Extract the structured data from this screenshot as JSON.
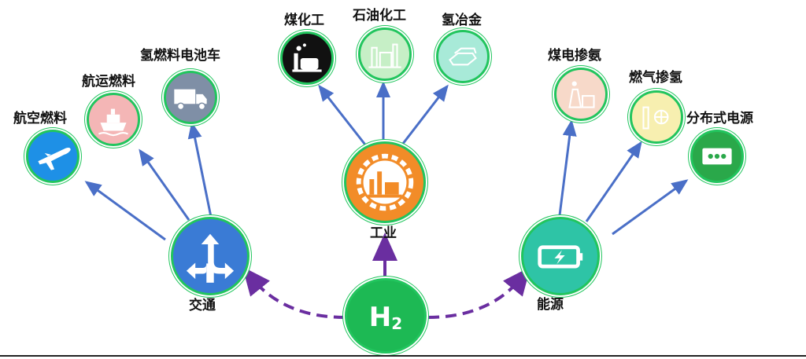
{
  "center": {
    "formula": "H",
    "subscript": "2",
    "color": "#1db954"
  },
  "hubs": {
    "transport": {
      "label": "交通",
      "color": "#3a7bd5"
    },
    "industry": {
      "label": "工业",
      "color": "#f28c28"
    },
    "energy": {
      "label": "能源",
      "color": "#2ec4a6"
    }
  },
  "transport_apps": [
    {
      "label": "航空燃料",
      "icon": "airplane-icon",
      "color": "#1e90e6"
    },
    {
      "label": "航运燃料",
      "icon": "ship-icon",
      "color": "#f4b6b6"
    },
    {
      "label": "氢燃料电池车",
      "icon": "truck-icon",
      "color": "#7f8fa6"
    }
  ],
  "industry_apps": [
    {
      "label": "煤化工",
      "icon": "coal-chemical-icon",
      "color": "#111111"
    },
    {
      "label": "石油化工",
      "icon": "petrochemical-icon",
      "color": "#c6efc6"
    },
    {
      "label": "氢冶金",
      "icon": "metallurgy-icon",
      "color": "#a8ead8"
    }
  ],
  "energy_apps": [
    {
      "label": "煤电掺氨",
      "icon": "coal-power-icon",
      "color": "#f7d9c9"
    },
    {
      "label": "燃气掺氢",
      "icon": "gas-turbine-icon",
      "color": "#f7efb0"
    },
    {
      "label": "分布式电源",
      "icon": "distributed-power-icon",
      "color": "#2aa84a"
    }
  ],
  "colors": {
    "arrow": "#4a6fc7",
    "dashed_arrow": "#6a2ea0",
    "ring": "#22c55e"
  }
}
